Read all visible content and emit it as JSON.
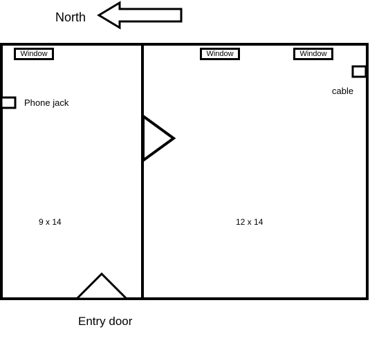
{
  "compass": {
    "label": "North"
  },
  "windows": [
    "Window",
    "Window",
    "Window"
  ],
  "labels": {
    "phone_jack": "Phone jack",
    "cable": "cable",
    "left_room_size": "9 x 14",
    "right_room_size": "12 x 14",
    "entry_door": "Entry door"
  }
}
